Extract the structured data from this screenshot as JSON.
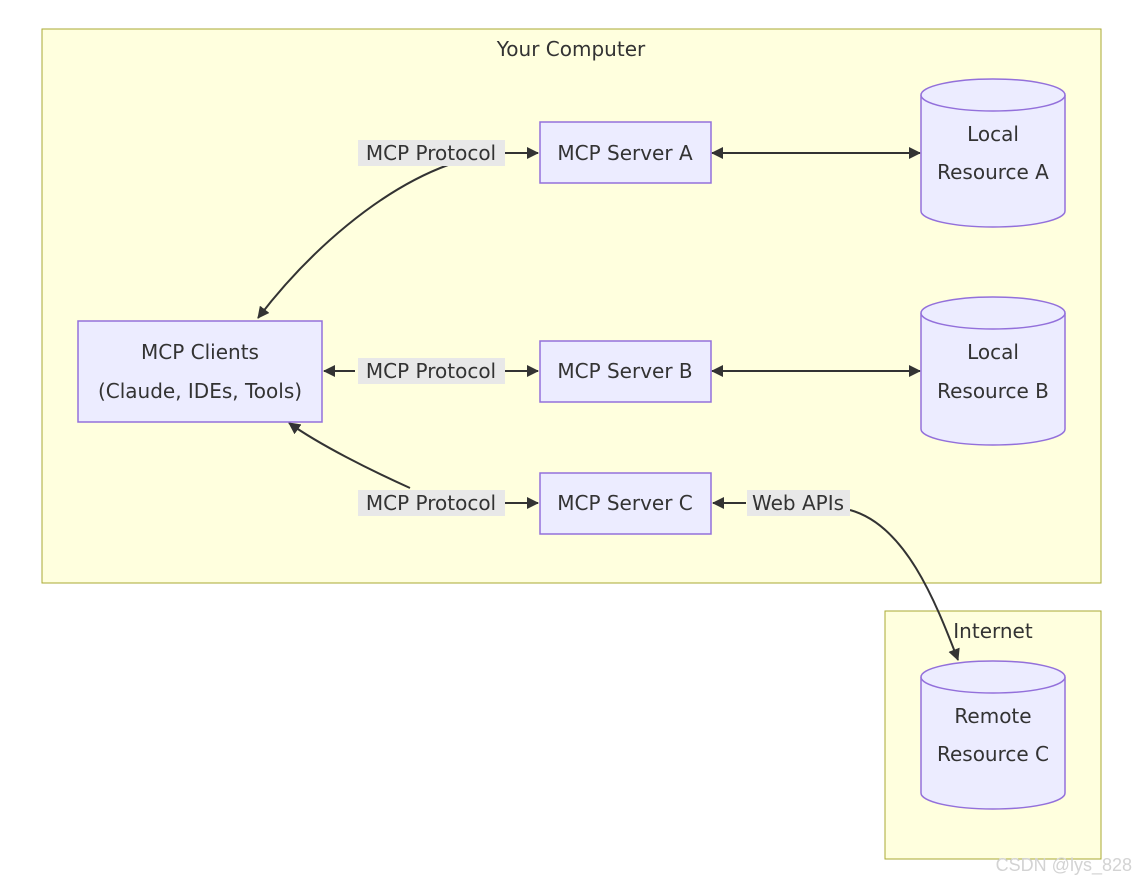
{
  "groups": {
    "computer": {
      "label": "Your Computer"
    },
    "internet": {
      "label": "Internet"
    }
  },
  "nodes": {
    "clients": {
      "lines": [
        "MCP Clients",
        "(Claude, IDEs, Tools)"
      ]
    },
    "server_a": {
      "label": "MCP Server A"
    },
    "server_b": {
      "label": "MCP Server B"
    },
    "server_c": {
      "label": "MCP Server C"
    },
    "resource_a": {
      "lines": [
        "Local",
        "Resource A"
      ]
    },
    "resource_b": {
      "lines": [
        "Local",
        "Resource B"
      ]
    },
    "resource_c": {
      "lines": [
        "Remote",
        "Resource C"
      ]
    }
  },
  "edge_labels": {
    "mcp_protocol": "MCP Protocol",
    "web_apis": "Web APIs"
  },
  "watermark": "CSDN @lys_828",
  "colors": {
    "group_fill": "#ffffde",
    "group_stroke": "#aaaa33",
    "node_fill": "#ececff",
    "node_stroke": "#9370db",
    "edge": "#333333",
    "label_bg": "#e8e8e8"
  }
}
